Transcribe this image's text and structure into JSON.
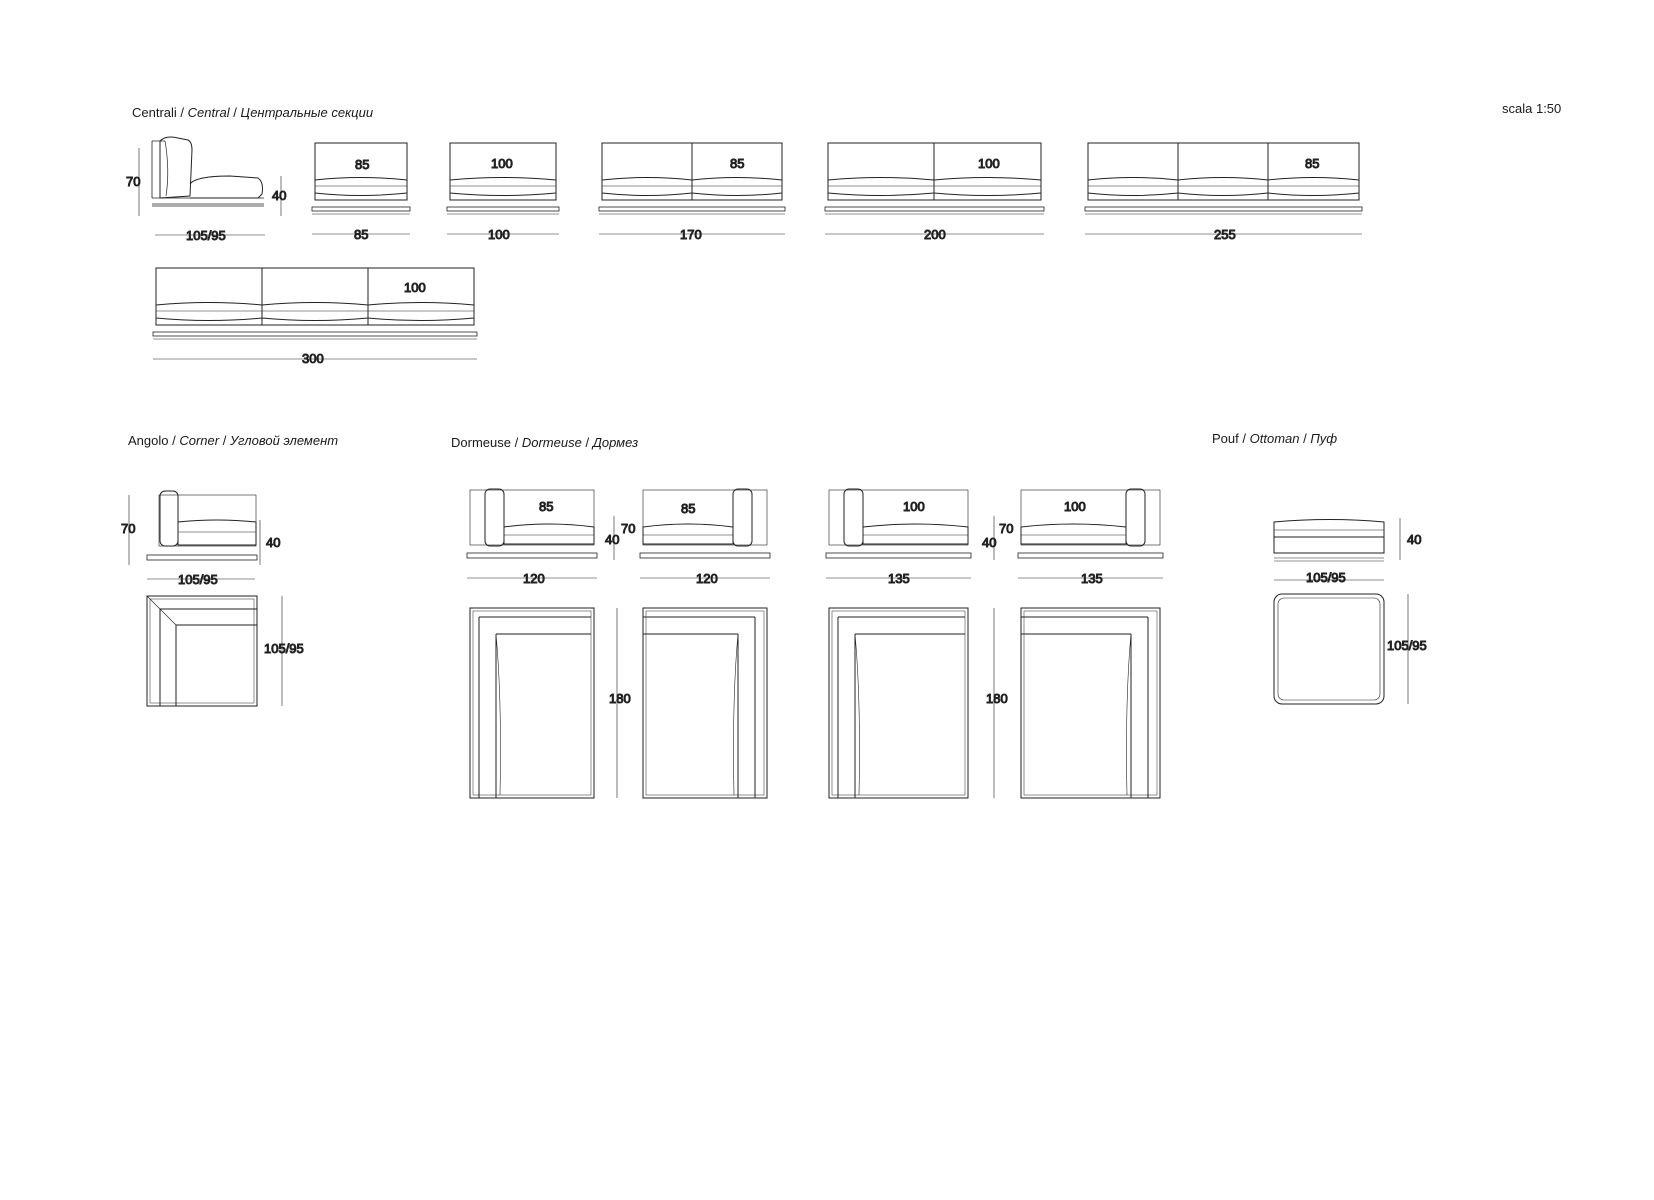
{
  "scale_label": "scala 1:50",
  "sections": {
    "central": {
      "it": "Centrali",
      "en": "Central",
      "ru": "Центральные секции"
    },
    "corner": {
      "it": "Angolo",
      "en": "Corner",
      "ru": "Угловой элемент"
    },
    "dormeuse": {
      "it": "Dormeuse",
      "en": "Dormeuse",
      "ru": "Дормез"
    },
    "pouf": {
      "it": "Pouf",
      "en": "Ottoman",
      "ru": "Пуф"
    }
  },
  "separator": "/",
  "dims": {
    "height_70": "70",
    "height_40": "40",
    "depth": "105/95",
    "length_180": "180",
    "w85": "85",
    "w100": "100",
    "w120": "120",
    "w135": "135",
    "w170": "170",
    "w200": "200",
    "w255": "255",
    "w300": "300"
  },
  "modules": {
    "central": [
      {
        "width": "85",
        "seats": [
          "85"
        ]
      },
      {
        "width": "100",
        "seats": [
          "100"
        ]
      },
      {
        "width": "170",
        "seats": [
          "",
          "85"
        ]
      },
      {
        "width": "200",
        "seats": [
          "",
          "100"
        ]
      },
      {
        "width": "255",
        "seats": [
          "",
          "",
          "85"
        ]
      },
      {
        "width": "300",
        "seats": [
          "",
          "",
          "100"
        ]
      }
    ],
    "dormeuse": [
      {
        "seat": "85",
        "width": "120",
        "length": "180"
      },
      {
        "seat": "100",
        "width": "135",
        "length": "180"
      }
    ]
  }
}
